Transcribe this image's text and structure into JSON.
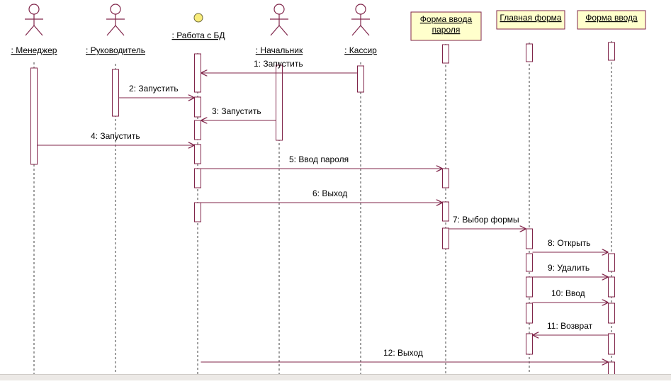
{
  "colors": {
    "line": "#80254a",
    "lifeline": "#404040",
    "activation_fill": "#ffffff",
    "boundary_fill": "#ffffcc",
    "entity_fill": "#f8ec7a",
    "text": "#000000"
  },
  "participants": [
    {
      "id": "manager",
      "kind": "actor",
      "label": ": Менеджер"
    },
    {
      "id": "head",
      "kind": "actor",
      "label": ": Руководитель"
    },
    {
      "id": "db",
      "kind": "entity",
      "label": ": Работа с БД"
    },
    {
      "id": "chief",
      "kind": "actor",
      "label": ": Начальник"
    },
    {
      "id": "cashier",
      "kind": "actor",
      "label": ": Кассир"
    },
    {
      "id": "pwdform",
      "kind": "boundary",
      "label_lines": [
        "Форма ввода",
        "пароля"
      ]
    },
    {
      "id": "mainform",
      "kind": "boundary",
      "label_lines": [
        "Главная форма"
      ]
    },
    {
      "id": "inputform",
      "kind": "boundary",
      "label_lines": [
        "Форма ввода"
      ]
    }
  ],
  "messages": [
    {
      "n": 1,
      "label": "1: Запустить",
      "from": "cashier",
      "to": "db"
    },
    {
      "n": 2,
      "label": "2: Запустить",
      "from": "head",
      "to": "db"
    },
    {
      "n": 3,
      "label": "3: Запустить",
      "from": "chief",
      "to": "db"
    },
    {
      "n": 4,
      "label": "4: Запустить",
      "from": "manager",
      "to": "db"
    },
    {
      "n": 5,
      "label": "5: Ввод пароля",
      "from": "db",
      "to": "pwdform"
    },
    {
      "n": 6,
      "label": "6: Выход",
      "from": "db",
      "to": "pwdform"
    },
    {
      "n": 7,
      "label": "7: Выбор формы",
      "from": "pwdform",
      "to": "mainform"
    },
    {
      "n": 8,
      "label": "8: Открыть",
      "from": "mainform",
      "to": "inputform"
    },
    {
      "n": 9,
      "label": "9: Удалить",
      "from": "mainform",
      "to": "inputform"
    },
    {
      "n": 10,
      "label": "10: Ввод",
      "from": "mainform",
      "to": "inputform"
    },
    {
      "n": 11,
      "label": "11: Возврат",
      "from": "inputform",
      "to": "mainform"
    },
    {
      "n": 12,
      "label": "12: Выход",
      "from": "db",
      "to": "inputform"
    }
  ]
}
